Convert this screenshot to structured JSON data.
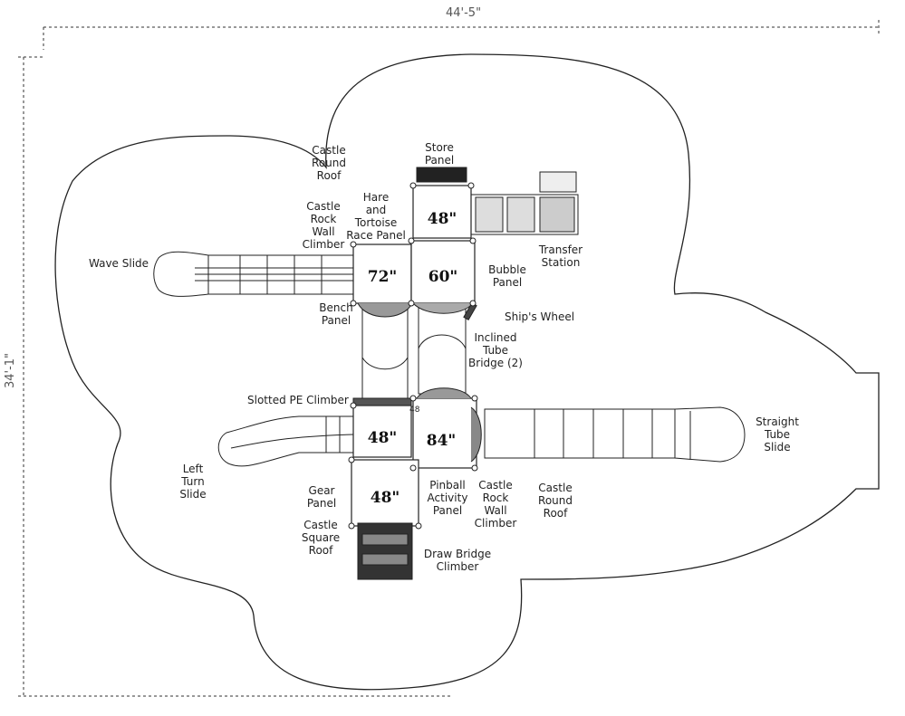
{
  "dimensions": {
    "width": "44'-5\"",
    "depth": "34'-1\""
  },
  "decks": {
    "d72": "72\"",
    "d60": "60\"",
    "d48_top": "48\"",
    "d48_mid": "48\"",
    "d84": "84\"",
    "d48_bottom": "48\"",
    "small_48": "48"
  },
  "labels": {
    "castle_round_roof_top": "Castle\nRound\nRoof",
    "store_panel": "Store\nPanel",
    "hare_tortoise": "Hare\nand\nTortoise\nRace Panel",
    "castle_rock_wall_top": "Castle\nRock\nWall\nClimber",
    "transfer_station": "Transfer\nStation",
    "wave_slide": "Wave Slide",
    "bubble_panel": "Bubble\nPanel",
    "bench_panel": "Bench\nPanel",
    "ships_wheel": "Ship's Wheel",
    "inclined_tube_bridge": "Inclined\nTube\nBridge (2)",
    "slotted_pe_climber": "Slotted PE Climber",
    "straight_tube_slide": "Straight\nTube\nSlide",
    "left_turn_slide": "Left\nTurn\nSlide",
    "gear_panel": "Gear\nPanel",
    "pinball_activity": "Pinball\nActivity\nPanel",
    "castle_rock_wall_bottom": "Castle\nRock\nWall\nClimber",
    "castle_round_roof_bottom": "Castle\nRound\nRoof",
    "castle_square_roof": "Castle\nSquare\nRoof",
    "draw_bridge_climber": "Draw Bridge\nClimber"
  }
}
